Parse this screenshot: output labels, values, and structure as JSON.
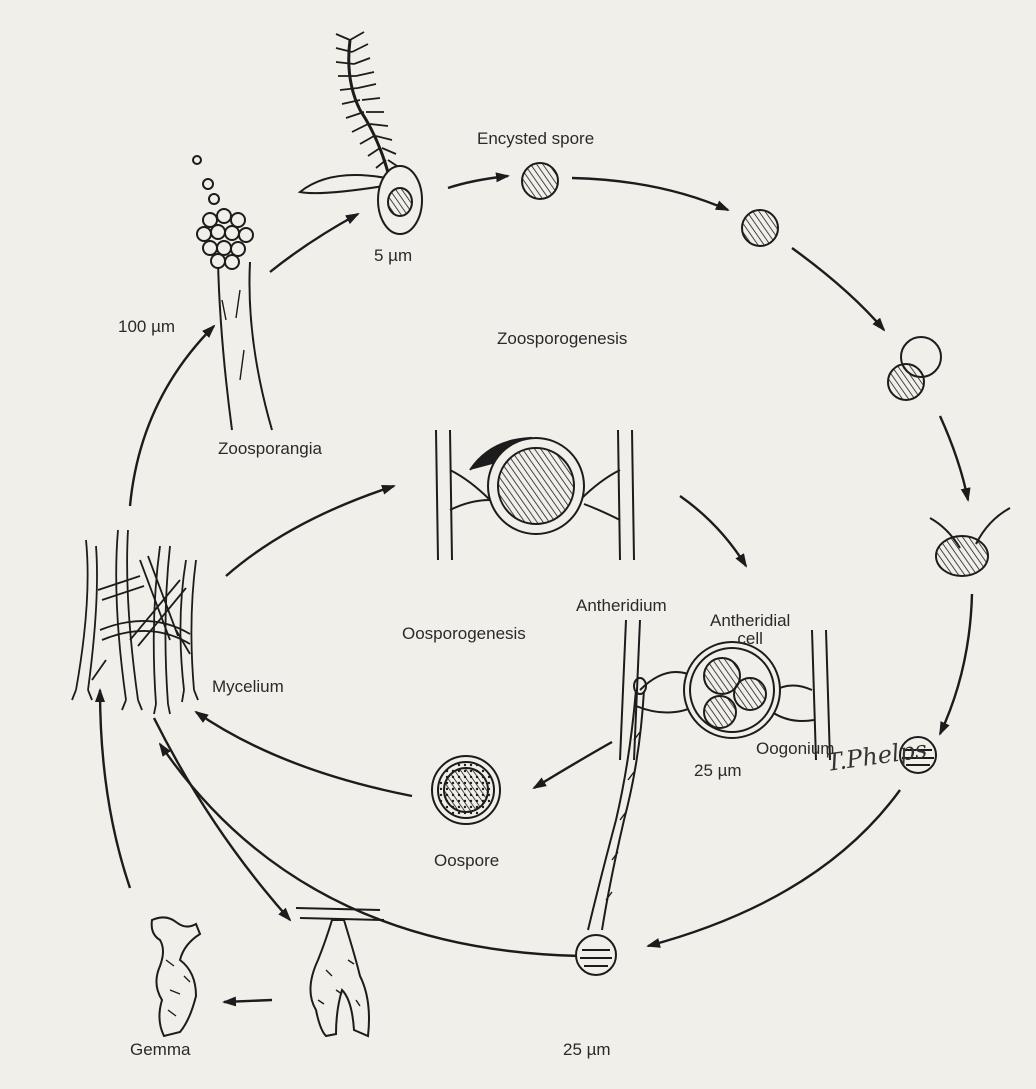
{
  "diagram": {
    "labels": {
      "encysted_spore": "Encysted spore",
      "scale_5um": "5 µm",
      "scale_100um": "100 µm",
      "zoosporogenesis": "Zoosporogenesis",
      "zoosporangia": "Zoosporangia",
      "antheridium": "Antheridium",
      "antheridial_cell": "Antheridial\ncell",
      "oosporogenesis": "Oosporogenesis",
      "mycelium": "Mycelium",
      "oogonium": "Oogonium",
      "scale_25um_oogonium": "25 µm",
      "oospore": "Oospore",
      "gemma": "Gemma",
      "scale_25um_germinating": "25 µm"
    },
    "signature": "T.Phelps",
    "colors": {
      "ink": "#1c1c1c",
      "paper": "#f1efea"
    }
  }
}
